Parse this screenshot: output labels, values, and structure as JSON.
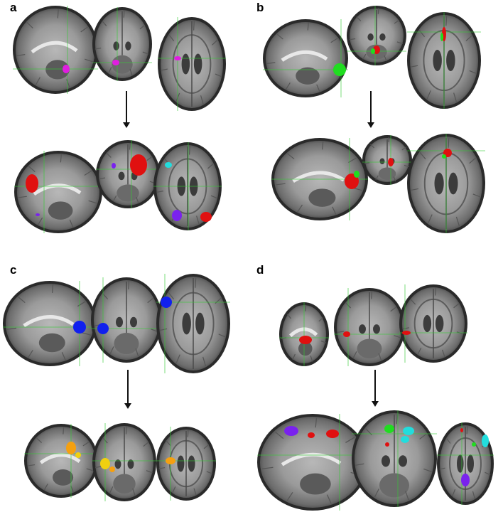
{
  "panels": [
    {
      "label": "a"
    },
    {
      "label": "b"
    },
    {
      "label": "c"
    },
    {
      "label": "d"
    }
  ],
  "colors": {
    "brain_dark": "#2a2a2a",
    "brain_mid": "#8c8c8c",
    "brain_light": "#cfcfcf",
    "crosshair": "#33cc33",
    "magenta": "#e01ee0",
    "red": "#e01010",
    "green": "#20dd20",
    "blue": "#1020ee",
    "purple": "#7a22ee",
    "cyan": "#22dddd",
    "orange": "#f5a010",
    "yellow": "#f0d010"
  }
}
